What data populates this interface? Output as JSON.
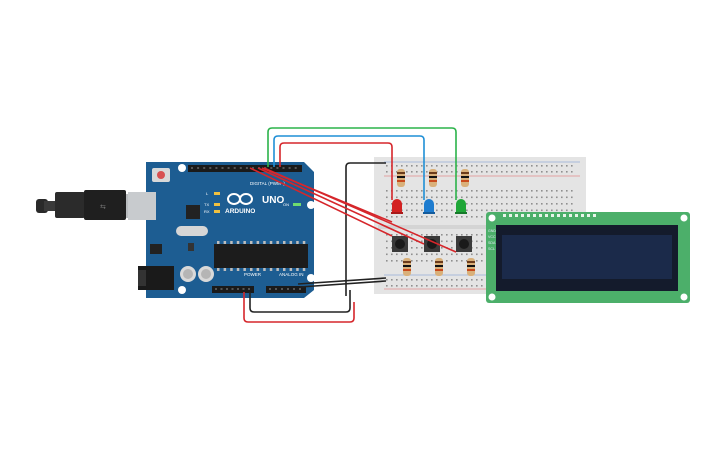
{
  "canvas": {
    "background": "#ffffff"
  },
  "arduino": {
    "brand": "ARDUINO",
    "model": "UNO",
    "digital_label": "DIGITAL (PWM~)",
    "power_label": "POWER",
    "analog_label": "ANALOG IN",
    "tx_label": "TX",
    "rx_label": "RX",
    "l_label": "L",
    "on_label": "ON",
    "board_color": "#1d5d92"
  },
  "breadboard": {
    "color": "#e4e4e4"
  },
  "components": {
    "leds": [
      {
        "name": "red-led",
        "color": "#d32222"
      },
      {
        "name": "blue-led",
        "color": "#1e7ccf"
      },
      {
        "name": "green-led",
        "color": "#1fa637"
      }
    ],
    "buttons": 3
  },
  "lcd": {
    "pins": [
      "GND",
      "VCC",
      "SDA",
      "SCL"
    ],
    "pcb_color": "#4caf6a",
    "screen_color": "#1b2a4a"
  },
  "wires": {
    "red": "#d6262b",
    "black": "#222222",
    "blue": "#1f8fd6",
    "green": "#2bb34a"
  }
}
